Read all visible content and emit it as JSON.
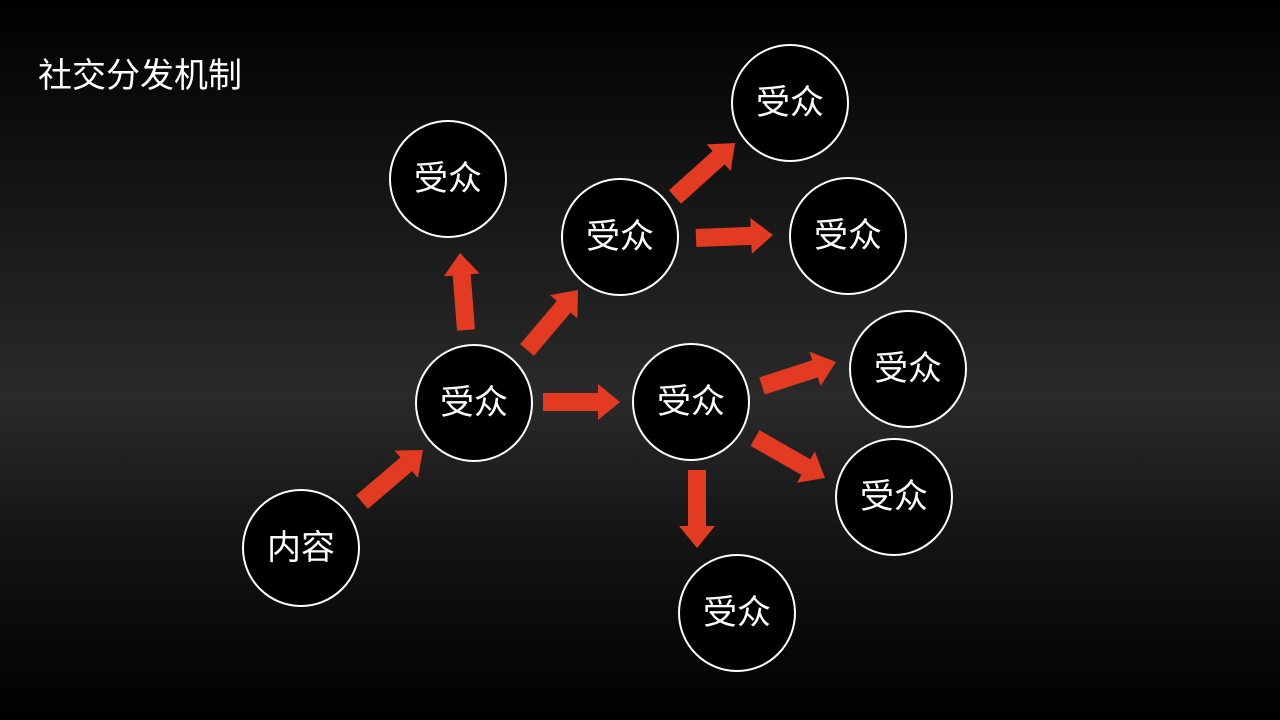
{
  "title": "社交分发机制",
  "colors": {
    "arrow": "#e23b22",
    "node_stroke": "#ffffff",
    "text": "#ffffff"
  },
  "nodes": [
    {
      "id": "content",
      "label": "内容"
    },
    {
      "id": "a",
      "label": "受众"
    },
    {
      "id": "b",
      "label": "受众"
    },
    {
      "id": "c",
      "label": "受众"
    },
    {
      "id": "d",
      "label": "受众"
    },
    {
      "id": "e",
      "label": "受众"
    },
    {
      "id": "f",
      "label": "受众"
    },
    {
      "id": "g",
      "label": "受众"
    },
    {
      "id": "h",
      "label": "受众"
    },
    {
      "id": "i",
      "label": "受众"
    }
  ],
  "edges": [
    [
      "content",
      "a"
    ],
    [
      "a",
      "b"
    ],
    [
      "a",
      "c"
    ],
    [
      "a",
      "f"
    ],
    [
      "c",
      "d"
    ],
    [
      "c",
      "e"
    ],
    [
      "f",
      "g"
    ],
    [
      "f",
      "h"
    ],
    [
      "f",
      "i"
    ]
  ]
}
